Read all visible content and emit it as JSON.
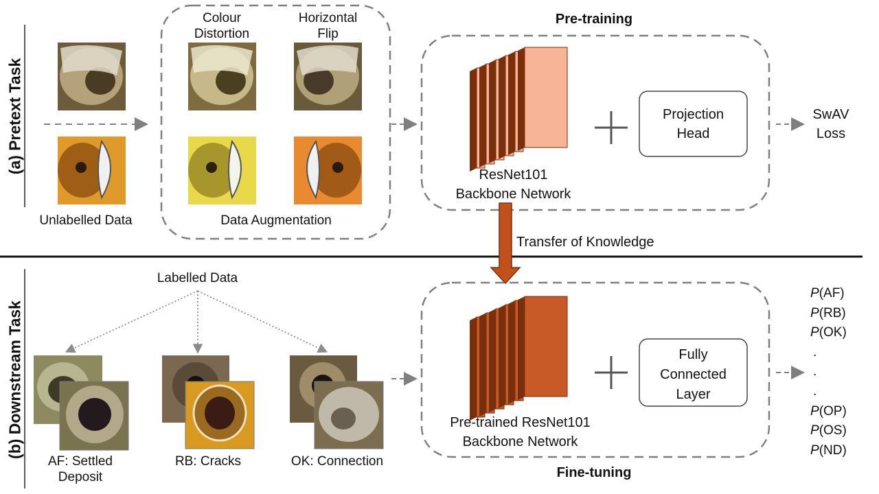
{
  "sections": {
    "pretext_label": "(a) Pretext Task",
    "downstream_label": "(b) Downstream Task"
  },
  "pretext": {
    "unlabelled_caption": "Unlabelled Data",
    "augmentation": {
      "title": "Data Augmentation",
      "colour_distortion_line1": "Colour",
      "colour_distortion_line2": "Distortion",
      "horizontal_flip_line1": "Horizontal",
      "horizontal_flip_line2": "Flip"
    },
    "pretraining_title": "Pre-training",
    "backbone_line1": "ResNet101",
    "backbone_line2": "Backbone Network",
    "projection_head_line1": "Projection",
    "projection_head_line2": "Head",
    "loss_line1": "SwAV",
    "loss_line2": "Loss"
  },
  "transfer_label": "Transfer of Knowledge",
  "downstream": {
    "labelled_data": "Labelled Data",
    "classes": [
      {
        "line1": "AF: Settled",
        "line2": "Deposit"
      },
      {
        "line1": "RB: Cracks",
        "line2": ""
      },
      {
        "line1": "OK: Connection",
        "line2": ""
      }
    ],
    "finetuning_title": "Fine-tuning",
    "backbone_line1": "Pre-trained ResNet101",
    "backbone_line2": "Backbone Network",
    "fc_line1": "Fully",
    "fc_line2": "Connected",
    "fc_line3": "Layer",
    "outputs": [
      {
        "p": "P",
        "cls": "(AF)"
      },
      {
        "p": "P",
        "cls": "(RB)"
      },
      {
        "p": "P",
        "cls": "(OK)"
      },
      {
        "p": "",
        "cls": "."
      },
      {
        "p": "",
        "cls": "."
      },
      {
        "p": "",
        "cls": "."
      },
      {
        "p": "P",
        "cls": "(OP)"
      },
      {
        "p": "P",
        "cls": "(OS)"
      },
      {
        "p": "P",
        "cls": "(ND)"
      }
    ]
  },
  "colors": {
    "pretrain_layer": "#f8b496",
    "finetune_layer": "#c85a28",
    "layer_edge": "#7a2f0c",
    "transfer_arrow": "#c0501c",
    "dashed": "#7f7f7f"
  }
}
